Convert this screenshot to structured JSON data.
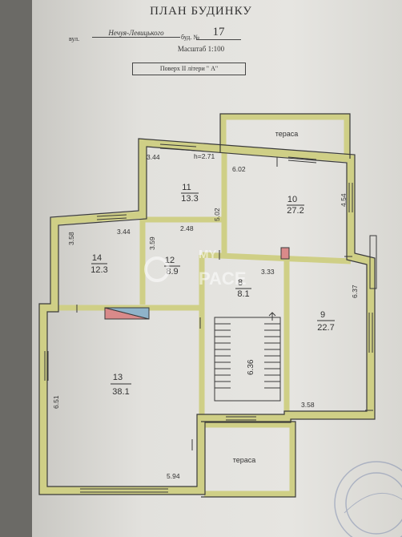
{
  "header": {
    "title": "ПЛАН БУДИНКУ",
    "street_label": "вул.",
    "street_name": "Нечуя-Левицького",
    "house_label": "буд. №",
    "house_number": "17",
    "scale": "Масштаб 1:100",
    "floor": "Поверх II літери \" А\""
  },
  "rooms": [
    {
      "id": "9",
      "area": "22.7"
    },
    {
      "id": "10",
      "area": "27.2"
    },
    {
      "id": "11",
      "area": "13.3"
    },
    {
      "id": "12",
      "area": "8.9"
    },
    {
      "id": "13",
      "area": "38.1"
    },
    {
      "id": "14",
      "area": "12.3"
    },
    {
      "id": "8",
      "area": "8.1"
    }
  ],
  "terraces": [
    "тераса",
    "тераса"
  ],
  "dimensions": {
    "d344a": "3.44",
    "h271": "h=2.71",
    "d602": "6.02",
    "d454": "4.54",
    "d502": "5.02",
    "d358a": "3.58",
    "d344b": "3.44",
    "d359": "3.59",
    "d248": "2.48",
    "d333": "3.33",
    "d637": "6.37",
    "d636": "6.36",
    "d651": "6.51",
    "d358b": "3.58",
    "d594": "5.94"
  },
  "watermark": {
    "line1": "MY",
    "line2": "PACE"
  },
  "colors": {
    "wall": "#cfcf86",
    "line": "#3a3a3a",
    "marker_red": "#d98a8a",
    "marker_blue": "#8fb3c9"
  }
}
